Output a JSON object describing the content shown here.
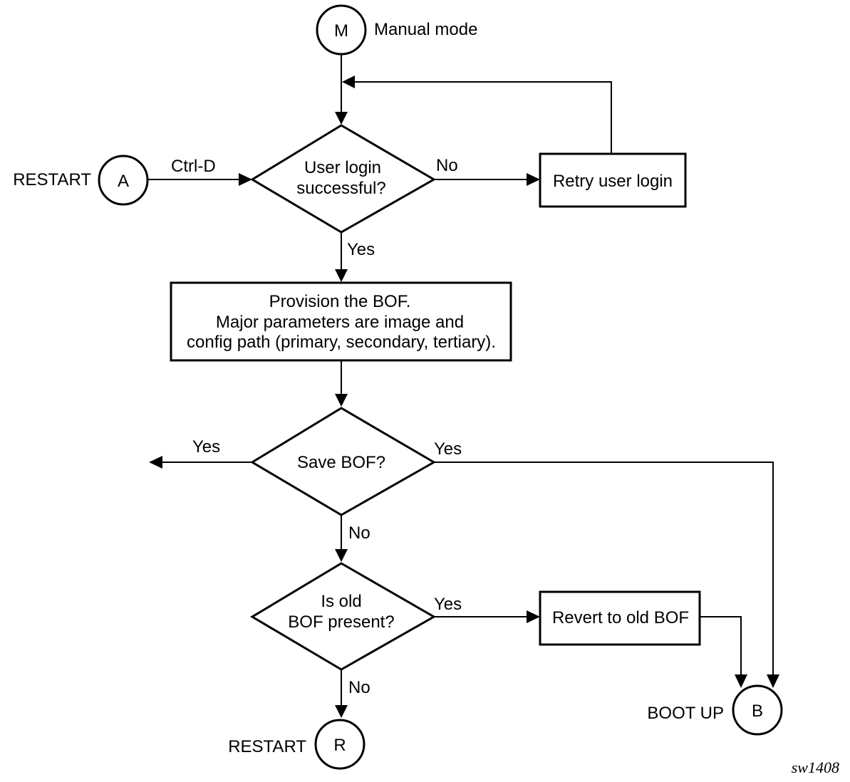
{
  "connectors": {
    "manual_mode": {
      "letter": "M",
      "label": "Manual mode"
    },
    "restart_a": {
      "letter": "A",
      "label": "RESTART"
    },
    "restart_r": {
      "letter": "R",
      "label": "RESTART"
    },
    "boot_up": {
      "letter": "B",
      "label": "BOOT UP"
    }
  },
  "decisions": {
    "user_login": [
      "User login",
      "successful?"
    ],
    "save_bof": [
      "Save BOF?"
    ],
    "old_bof": [
      "Is old",
      "BOF present?"
    ]
  },
  "processes": {
    "retry_login": "Retry user login",
    "provision_bof": [
      "Provision the BOF.",
      "Major parameters are image and",
      "config path (primary, secondary, tertiary)."
    ],
    "revert_bof": "Revert to old BOF"
  },
  "edge_labels": {
    "ctrl_d": "Ctrl-D",
    "login_no": "No",
    "login_yes": "Yes",
    "save_yes_left": "Yes",
    "save_yes_right": "Yes",
    "save_no": "No",
    "old_yes": "Yes",
    "old_no": "No"
  },
  "figure_id": "sw1408"
}
